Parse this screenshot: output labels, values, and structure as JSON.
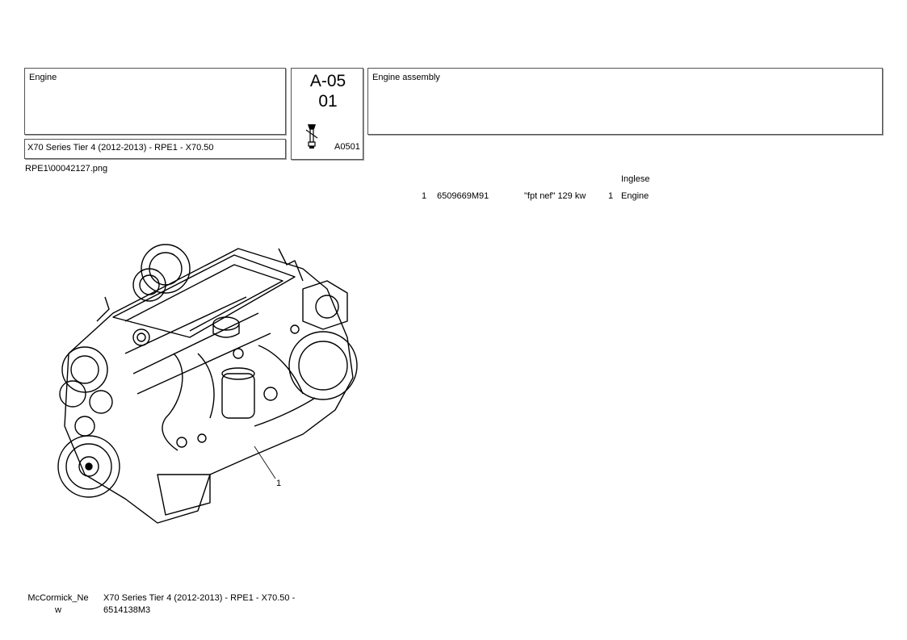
{
  "header": {
    "group_name": "Engine",
    "model_line": "X70 Series Tier 4 (2012-2013) - RPE1 - X70.50",
    "section_code": "A-05",
    "section_sub": "01",
    "section_ref": "A0501",
    "description": "Engine assembly"
  },
  "image_file": "RPE1\\00042127.png",
  "parts_table": {
    "language_header": "Inglese",
    "rows": [
      {
        "pos": "1",
        "part_no": "6509669M91",
        "note": "\"fpt nef\" 129 kw",
        "qty": "1",
        "description": "Engine"
      }
    ]
  },
  "drawing": {
    "callout": "1"
  },
  "footer": {
    "brand_line1": "McCormick_Ne",
    "brand_line2": "w",
    "desc_line1": "X70 Series Tier 4 (2012-2013) - RPE1 - X70.50 -",
    "desc_line2": "6514138M3"
  }
}
